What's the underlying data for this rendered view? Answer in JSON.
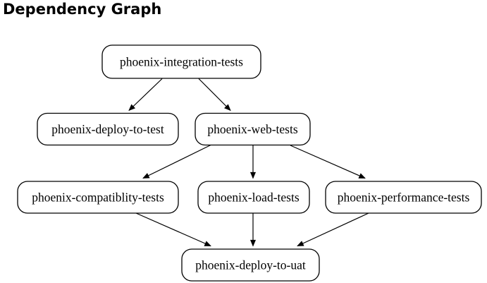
{
  "page": {
    "title": "Dependency Graph"
  },
  "graph": {
    "type": "directed-dependency-graph",
    "colors": {
      "background": "#ffffff",
      "node_fill": "#ffffff",
      "node_border": "#000000",
      "edge": "#000000",
      "text": "#000000",
      "title_text": "#000000"
    },
    "nodes": [
      {
        "id": "phoenix-integration-tests",
        "label": "phoenix-integration-tests"
      },
      {
        "id": "phoenix-deploy-to-test",
        "label": "phoenix-deploy-to-test"
      },
      {
        "id": "phoenix-web-tests",
        "label": "phoenix-web-tests"
      },
      {
        "id": "phoenix-compatiblity-tests",
        "label": "phoenix-compatiblity-tests"
      },
      {
        "id": "phoenix-load-tests",
        "label": "phoenix-load-tests"
      },
      {
        "id": "phoenix-performance-tests",
        "label": "phoenix-performance-tests"
      },
      {
        "id": "phoenix-deploy-to-uat",
        "label": "phoenix-deploy-to-uat"
      }
    ],
    "edges": [
      {
        "from": "phoenix-integration-tests",
        "to": "phoenix-deploy-to-test"
      },
      {
        "from": "phoenix-integration-tests",
        "to": "phoenix-web-tests"
      },
      {
        "from": "phoenix-web-tests",
        "to": "phoenix-compatiblity-tests"
      },
      {
        "from": "phoenix-web-tests",
        "to": "phoenix-load-tests"
      },
      {
        "from": "phoenix-web-tests",
        "to": "phoenix-performance-tests"
      },
      {
        "from": "phoenix-compatiblity-tests",
        "to": "phoenix-deploy-to-uat"
      },
      {
        "from": "phoenix-load-tests",
        "to": "phoenix-deploy-to-uat"
      },
      {
        "from": "phoenix-performance-tests",
        "to": "phoenix-deploy-to-uat"
      }
    ]
  }
}
